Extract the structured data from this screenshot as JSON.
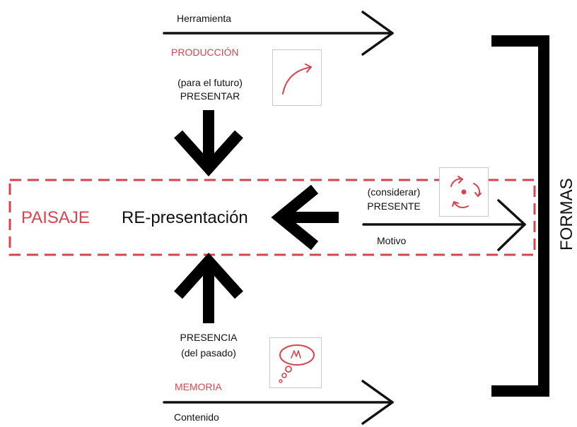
{
  "diagram": {
    "top": {
      "arrow_label": "Herramienta",
      "heading": "PRODUCCIÓN",
      "line1": "(para el futuro)",
      "line2": "PRESENTAR"
    },
    "center": {
      "landscape_label": "PAISAJE",
      "main_label": "RE-presentación"
    },
    "right": {
      "line1": "(considerar)",
      "line2": "PRESENTE",
      "arrow_label": "Motivo"
    },
    "bottom": {
      "line1": "PRESENCIA",
      "line2": "(del pasado)",
      "heading": "MEMORIA",
      "arrow_label": "Contenido"
    },
    "bracket_label": "FORMAS",
    "icons": [
      "curved-arrow-icon",
      "cycle-arrows-icon",
      "thought-bubble-icon"
    ],
    "colors": {
      "accent_red": "#d8434f",
      "ink": "#111111",
      "icon_border": "#c9c9c9"
    }
  }
}
